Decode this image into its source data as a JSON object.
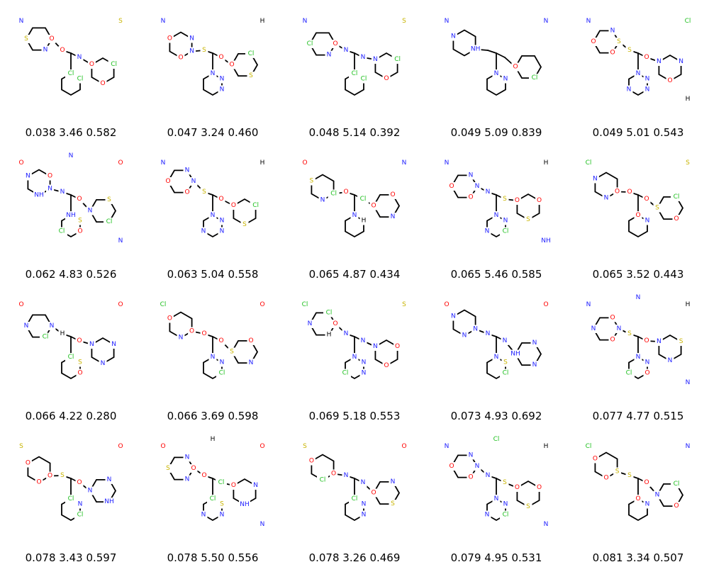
{
  "colors": {
    "carbon": "#000000",
    "nitrogen": "#2020ff",
    "oxygen": "#ff0000",
    "sulfur": "#c8b400",
    "chlorine": "#20c020"
  },
  "grid": {
    "columns": 5,
    "rows": 4
  },
  "molecules": [
    {
      "caption": "0.038 3.46 0.582",
      "atoms": [
        "Cl",
        "Cl",
        "N",
        "S",
        "O",
        "O",
        "S",
        "O",
        "O",
        "N",
        "N",
        "Cl"
      ]
    },
    {
      "caption": "0.047 3.24 0.460",
      "atoms": [
        "N",
        "N",
        "N",
        "H",
        "N",
        "S",
        "O",
        "O",
        "S",
        "O",
        "O",
        "Cl",
        "N",
        "N"
      ]
    },
    {
      "caption": "0.048 5.14 0.392",
      "atoms": [
        "Cl",
        "Cl",
        "N",
        "S",
        "O",
        "O",
        "Cl",
        "N",
        "N",
        "N",
        "N",
        "Cl"
      ]
    },
    {
      "caption": "0.049 5.09 0.839",
      "atoms": [
        "N",
        "N",
        "N",
        "N",
        "NH",
        "Cl",
        "N",
        "O"
      ]
    },
    {
      "caption": "0.049 5.01 0.543",
      "atoms": [
        "N",
        "N",
        "N",
        "Cl",
        "S",
        "O",
        "O",
        "N",
        "S",
        "O",
        "O",
        "N",
        "N",
        "N",
        "N",
        "H"
      ]
    },
    {
      "caption": "0.062 4.83 0.526",
      "atoms": [
        "NH",
        "S",
        "O",
        "O",
        "N",
        "Cl",
        "N",
        "N",
        "N",
        "O",
        "NH",
        "S",
        "O",
        "O",
        "Cl",
        "N",
        "N",
        "N"
      ]
    },
    {
      "caption": "0.063 5.04 0.558",
      "atoms": [
        "N",
        "N",
        "N",
        "H",
        "N",
        "S",
        "O",
        "O",
        "S",
        "O",
        "O",
        "Cl",
        "N",
        "N",
        "N"
      ]
    },
    {
      "caption": "0.065 4.87 0.434",
      "atoms": [
        "N",
        "H",
        "O",
        "N",
        "Cl",
        "N",
        "S",
        "O",
        "O",
        "Cl",
        "N",
        "O"
      ]
    },
    {
      "caption": "0.065 5.46 0.585",
      "atoms": [
        "N",
        "N",
        "N",
        "H",
        "N",
        "S",
        "O",
        "O",
        "N",
        "S",
        "O",
        "O",
        "Cl",
        "N",
        "N",
        "NH"
      ]
    },
    {
      "caption": "0.065 3.52 0.443",
      "atoms": [
        "O",
        "N",
        "Cl",
        "S",
        "O",
        "O",
        "N",
        "S",
        "O",
        "O",
        "N",
        "Cl"
      ]
    },
    {
      "caption": "0.066 4.22 0.280",
      "atoms": [
        "Cl",
        "S",
        "O",
        "O",
        "N",
        "N",
        "N",
        "N",
        "H",
        "O",
        "Cl",
        "N",
        "O"
      ]
    },
    {
      "caption": "0.066 3.69 0.598",
      "atoms": [
        "N",
        "N",
        "Cl",
        "O",
        "O",
        "N",
        "O",
        "S",
        "O",
        "O",
        "N",
        "O",
        "Cl"
      ]
    },
    {
      "caption": "0.069 5.18 0.553",
      "atoms": [
        "N",
        "N",
        "Cl",
        "S",
        "O",
        "O",
        "N",
        "N",
        "N",
        "N",
        "H",
        "O",
        "N",
        "Cl",
        "Cl"
      ]
    },
    {
      "caption": "0.073 4.93 0.692",
      "atoms": [
        "N",
        "S",
        "O",
        "O",
        "N",
        "N",
        "N",
        "NH",
        "N",
        "N",
        "N",
        "N",
        "Cl"
      ]
    },
    {
      "caption": "0.077 4.77 0.515",
      "atoms": [
        "N",
        "N",
        "N",
        "H",
        "N",
        "N",
        "N",
        "N",
        "S",
        "O",
        "O",
        "S",
        "O",
        "O",
        "Cl",
        "N",
        "N",
        "N"
      ]
    },
    {
      "caption": "0.078 3.43 0.597",
      "atoms": [
        "Cl",
        "N",
        "S",
        "O",
        "O",
        "NH",
        "O",
        "N",
        "S",
        "O",
        "O",
        "N",
        "Cl"
      ]
    },
    {
      "caption": "0.078 5.50 0.556",
      "atoms": [
        "Cl",
        "S",
        "O",
        "O",
        "N",
        "NH",
        "S",
        "O",
        "O",
        "Cl",
        "N",
        "N",
        "N",
        "N",
        "N",
        "N",
        "H",
        "O"
      ]
    },
    {
      "caption": "0.078 3.26 0.469",
      "atoms": [
        "Cl",
        "N",
        "S",
        "O",
        "O",
        "S",
        "O",
        "O",
        "N",
        "N",
        "Cl",
        "N",
        "N"
      ]
    },
    {
      "caption": "0.079 4.95 0.531",
      "atoms": [
        "N",
        "N",
        "N",
        "H",
        "N",
        "S",
        "O",
        "O",
        "N",
        "S",
        "O",
        "O",
        "Cl",
        "N",
        "N",
        "N",
        "Cl"
      ]
    },
    {
      "caption": "0.081 3.34 0.507",
      "atoms": [
        "O",
        "N",
        "Cl",
        "N",
        "S",
        "O",
        "O",
        "N",
        "S",
        "O",
        "O",
        "Cl"
      ]
    }
  ]
}
